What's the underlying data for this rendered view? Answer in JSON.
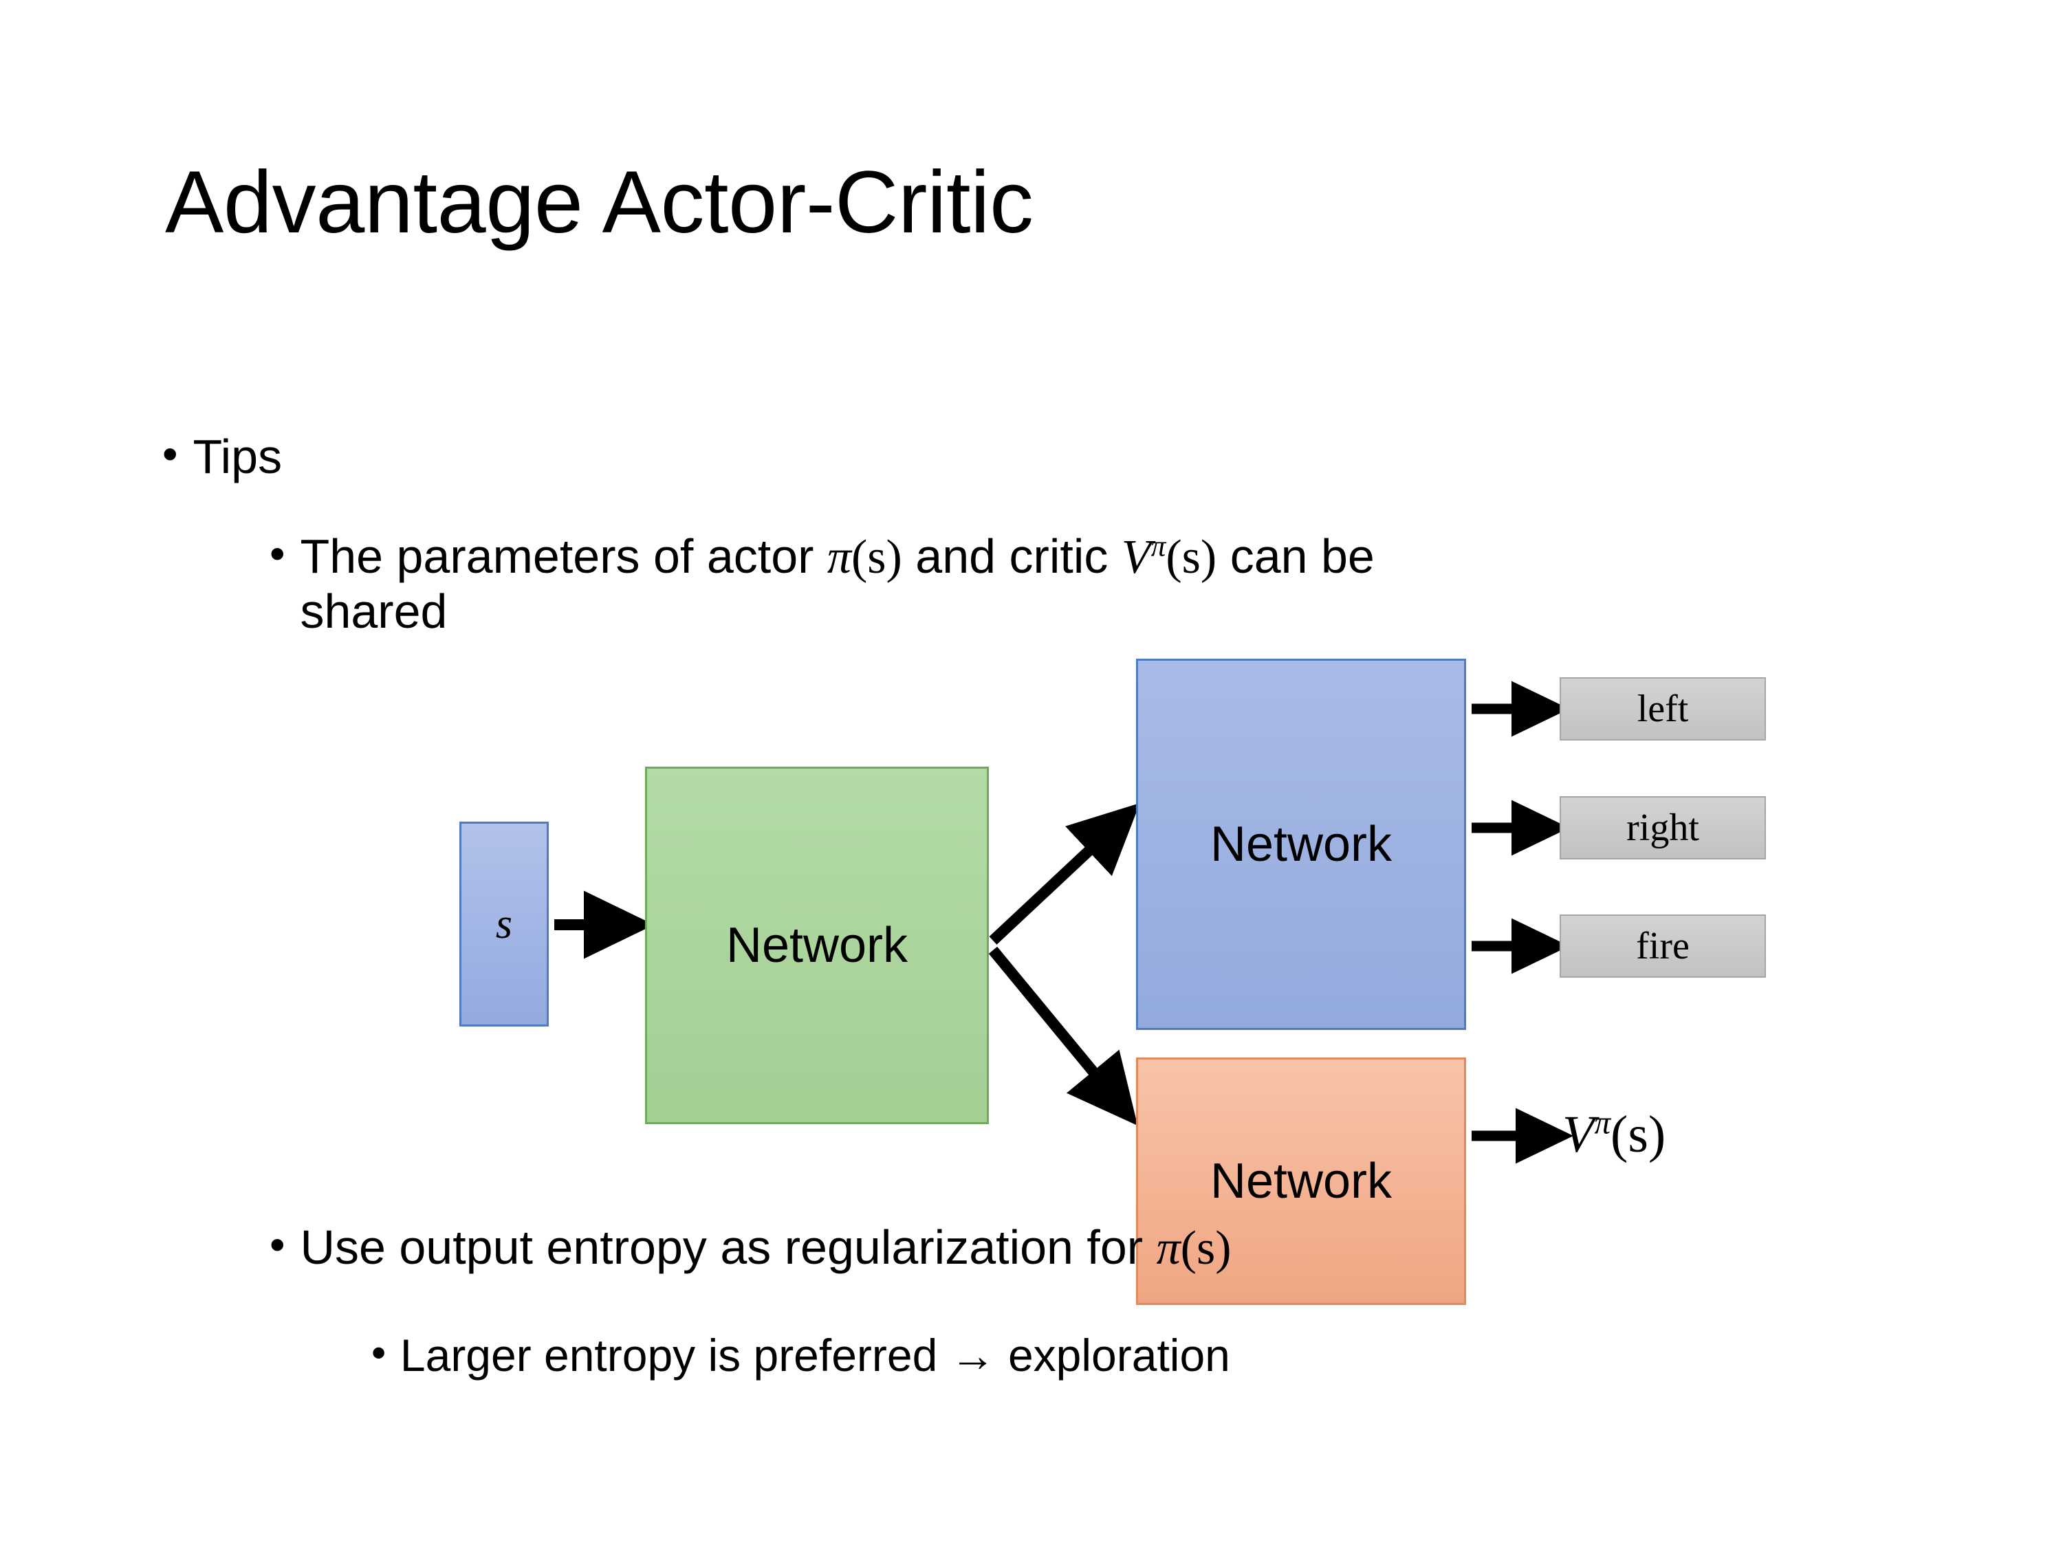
{
  "slide": {
    "title": "Advantage Actor-Critic"
  },
  "bullets": {
    "tips": {
      "marker": "•",
      "text": "Tips"
    },
    "shared_params": {
      "marker": "•",
      "text_before": "The parameters of actor ",
      "actor_symbol": "π",
      "actor_arg": "(s)",
      "text_middle": "  and critic ",
      "critic_symbol": "V",
      "critic_superscript": "π",
      "critic_arg": "(s)",
      "text_after": "can be shared",
      "full_text": "The parameters of actor π(s)  and critic Vπ(s) can be shared"
    },
    "entropy": {
      "marker": "•",
      "text_before": "Use output entropy as regularization for ",
      "symbol": "π",
      "arg": "(s)",
      "full_text": "Use output entropy as regularization for π(s)"
    },
    "larger_entropy": {
      "marker": "•",
      "text": "Larger entropy is preferred → exploration"
    }
  },
  "diagram": {
    "state_node": {
      "label": "s"
    },
    "shared_network": {
      "label": "Network"
    },
    "actor_network": {
      "label": "Network"
    },
    "critic_network": {
      "label": "Network"
    },
    "action_outputs": [
      {
        "label": "left"
      },
      {
        "label": "right"
      },
      {
        "label": "fire"
      }
    ],
    "value_output": {
      "symbol": "V",
      "superscript": "π",
      "arg": "(s)",
      "full_text": "Vπ(s)"
    },
    "colors": {
      "state_fill": "#9cb0e0",
      "state_border": "#4f7bc4",
      "shared_fill": "#aed5a0",
      "shared_border": "#6fa95c",
      "actor_fill": "#9cb0e0",
      "actor_border": "#4f7bc4",
      "critic_fill": "#f2b091",
      "critic_border": "#e08a5c",
      "output_fill": "#c8c8c8",
      "output_border": "#a6a6a6",
      "arrow": "#000000",
      "background": "#ffffff"
    }
  }
}
